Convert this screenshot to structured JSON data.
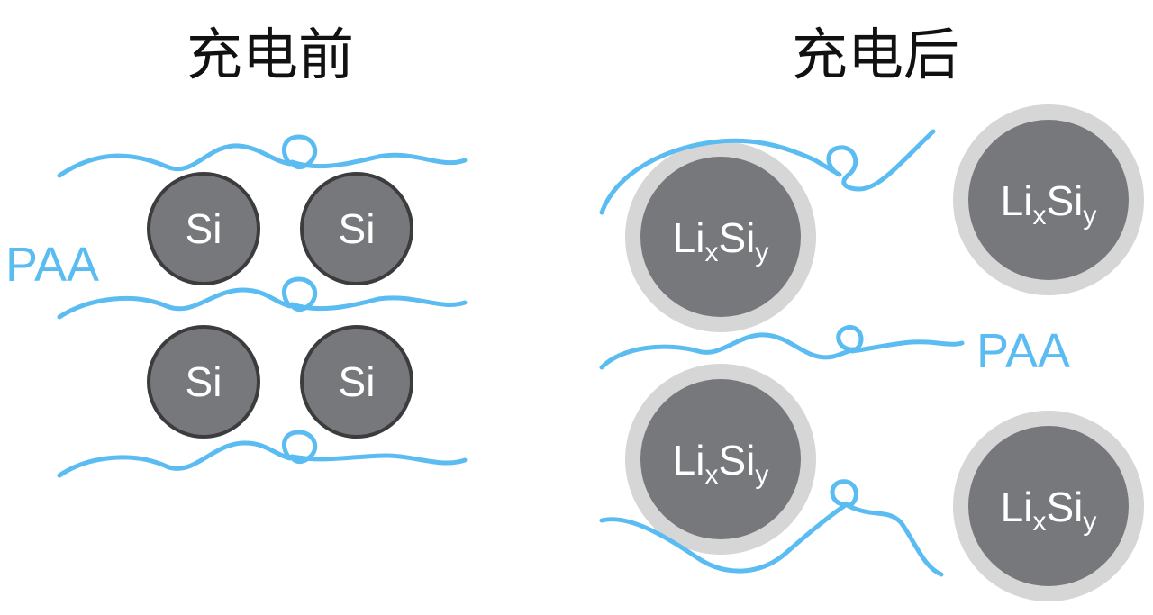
{
  "titles": {
    "before": "充电前",
    "after": "充电后"
  },
  "labels": {
    "binder_left": "PAA",
    "binder_right": "PAA"
  },
  "particles": {
    "before": "Si",
    "after_main": "Li",
    "after_sub_x": "x",
    "after_main_2": "Si",
    "after_sub_y": "y"
  },
  "colors": {
    "binder": "#5bbcf2",
    "particle_fill": "#77787b",
    "particle_outline": "#3c3c3e",
    "shell": "#d6d6d6",
    "particle_text": "#ffffff",
    "title_text": "#111111"
  }
}
